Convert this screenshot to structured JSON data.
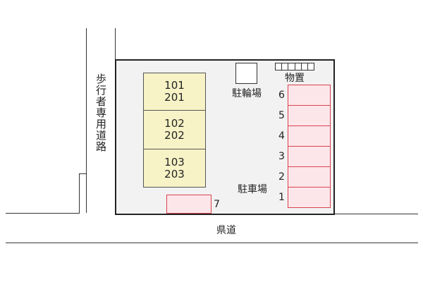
{
  "sidewalk_label": "歩行者専用道路",
  "road_label": "県道",
  "units": [
    {
      "line1": "101",
      "line2": "201"
    },
    {
      "line1": "102",
      "line2": "202"
    },
    {
      "line1": "103",
      "line2": "203"
    }
  ],
  "bicycle_parking_label": "駐輪場",
  "storage_label": "物置",
  "car_parking_label": "駐車場",
  "parking_numbers": [
    "6",
    "5",
    "4",
    "3",
    "2",
    "1"
  ],
  "parking_7_number": "7",
  "colors": {
    "unit_fill": "#f7f3c6",
    "parking_fill": "#fde6ea",
    "parking_border": "#d9434f",
    "site_fill": "#f2f2f2"
  }
}
